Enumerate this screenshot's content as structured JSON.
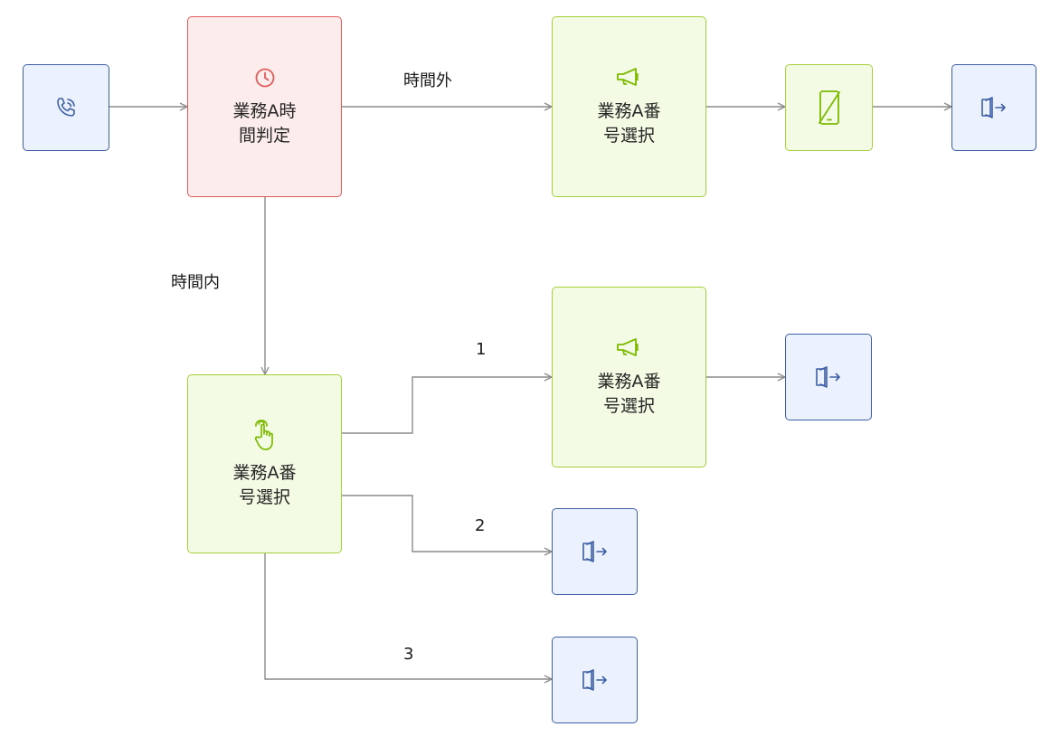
{
  "nodes": {
    "incoming_call": {
      "icon": "phone-call-icon",
      "color": "#3e5fa5"
    },
    "time_check": {
      "label": "業務A時\n間判定",
      "icon": "clock-icon",
      "color": "#e25a5a"
    },
    "announce_after_hours": {
      "label": "業務A番\n号選択",
      "icon": "megaphone-icon",
      "color": "#7cba00"
    },
    "disconnect_mobile": {
      "icon": "mobile-off-icon",
      "color": "#7cba00"
    },
    "exit_after_hours": {
      "icon": "exit-door-icon",
      "color": "#3e5fa5"
    },
    "menu_select": {
      "label": "業務A番\n号選択",
      "icon": "tap-hand-icon",
      "color": "#7cba00"
    },
    "announce_option1": {
      "label": "業務A番\n号選択",
      "icon": "megaphone-icon",
      "color": "#7cba00"
    },
    "exit_option1": {
      "icon": "exit-door-icon",
      "color": "#3e5fa5"
    },
    "exit_option2": {
      "icon": "exit-door-icon",
      "color": "#3e5fa5"
    },
    "exit_option3": {
      "icon": "exit-door-icon",
      "color": "#3e5fa5"
    }
  },
  "edges": {
    "after_hours": "時間外",
    "within_hours": "時間内",
    "option_1": "1",
    "option_2": "2",
    "option_3": "3"
  },
  "line_color": "#8c8c8c"
}
